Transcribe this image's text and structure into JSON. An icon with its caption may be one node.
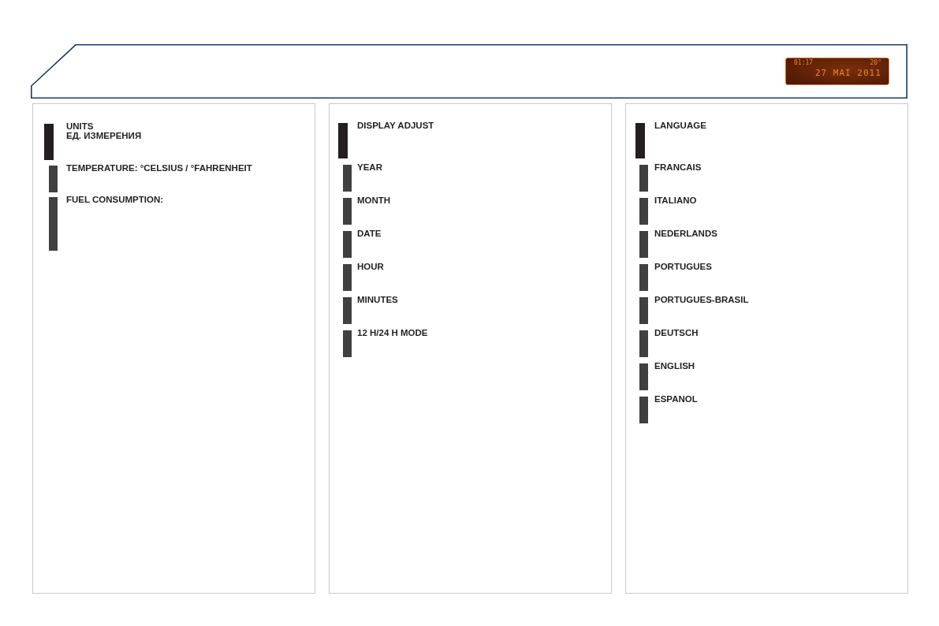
{
  "diagram": {
    "nodes": [
      {
        "text": [],
        "shape": "box"
      },
      {
        "text": [
          "01:17",
          "20°",
          "27 MAI 2011"
        ],
        "in": 0
      },
      {
        "text": [],
        "shape": "box"
      },
      {
        "text": [
          "UNITS",
          "ЕД. ИЗМЕРЕНИЯ"
        ],
        "in": 2
      },
      {
        "text": [
          "TEMPERATURE: °CELSIUS / °FAHRENHEIT"
        ],
        "in": 2
      },
      {
        "text": [
          "FUEL CONSUMPTION:"
        ],
        "in": 2
      },
      {
        "text": [],
        "shape": "box"
      },
      {
        "text": [
          "DISPLAY ADJUST"
        ],
        "in": 6
      },
      {
        "text": [
          "YEAR"
        ],
        "in": 6
      },
      {
        "text": [
          "MONTH"
        ],
        "in": 6
      },
      {
        "text": [
          "DATE"
        ],
        "in": 6
      },
      {
        "text": [
          "HOUR"
        ],
        "in": 6
      },
      {
        "text": [
          "MINUTES"
        ],
        "in": 6
      },
      {
        "text": [
          "12 H/24 H MODE"
        ],
        "in": 6
      },
      {
        "text": [],
        "shape": "box"
      },
      {
        "text": [
          "LANGUAGE"
        ],
        "in": 14
      },
      {
        "text": [
          "FRANCAIS"
        ],
        "in": 14
      },
      {
        "text": [
          "ITALIANO"
        ],
        "in": 14
      },
      {
        "text": [
          "NEDERLANDS"
        ],
        "in": 14
      },
      {
        "text": [
          "PORTUGUES"
        ],
        "in": 14
      },
      {
        "text": [
          "PORTUGUES-BRASIL"
        ],
        "in": 14
      },
      {
        "text": [
          "DEUTSCH"
        ],
        "in": 14
      },
      {
        "text": [
          "ENGLISH"
        ],
        "in": 14
      },
      {
        "text": [
          "ESPANOL"
        ],
        "in": 14
      }
    ]
  }
}
